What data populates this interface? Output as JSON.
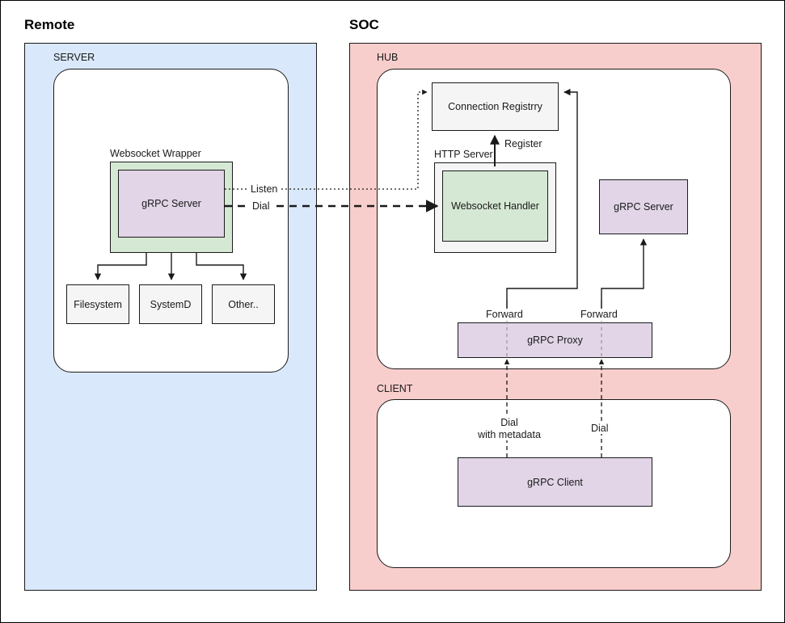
{
  "diagram": {
    "panels": [
      {
        "key": "remote",
        "title": "Remote",
        "color": "#dae8fc"
      },
      {
        "key": "soc",
        "title": "SOC",
        "color": "#f8cecc"
      }
    ],
    "zones": [
      {
        "key": "server",
        "label": "SERVER"
      },
      {
        "key": "hub",
        "label": "HUB"
      },
      {
        "key": "client",
        "label": "CLIENT"
      }
    ],
    "nodes": {
      "websocket_wrapper": "Websocket Wrapper",
      "grpc_server_remote": "gRPC Server",
      "filesystem": "Filesystem",
      "systemd": "SystemD",
      "other": "Other..",
      "connection_registry": "Connection Registrry",
      "http_server": "HTTP Server",
      "websocket_handler": "Websocket Handler",
      "grpc_server_hub": "gRPC Server",
      "grpc_proxy": "gRPC Proxy",
      "grpc_client": "gRPC Client"
    },
    "edges": {
      "listen": "Listen",
      "dial": "Dial",
      "register": "Register",
      "forward_left": "Forward",
      "forward_right": "Forward",
      "dial_metadata_line1": "Dial",
      "dial_metadata_line2": "with metadata",
      "dial_right": "Dial"
    },
    "colors": {
      "remote_fill": "#dae8fc",
      "soc_fill": "#f8cecc",
      "purple_fill": "#e1d5e7",
      "green_fill": "#d5e8d4",
      "gray_fill": "#f5f5f5",
      "stroke": "#1a1a1a"
    }
  }
}
